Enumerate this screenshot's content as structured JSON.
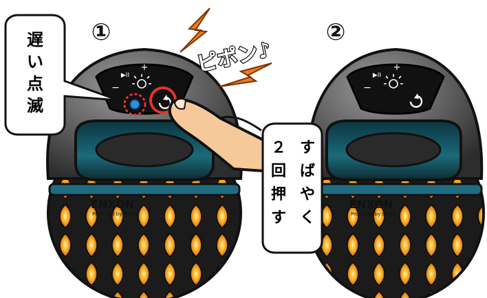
{
  "steps": {
    "step1": "①",
    "step2": "②"
  },
  "callout_left": [
    "遅",
    "い",
    "点",
    "滅"
  ],
  "sound": {
    "text": "ピポン♪"
  },
  "callout_right": {
    "col1": [
      "す",
      "ば",
      "や",
      "く"
    ],
    "col2": [
      "２",
      "回",
      "押",
      "す"
    ]
  },
  "brand": {
    "logo": "ENXON",
    "sub": "Produced by BOOS"
  },
  "controls": {
    "plus": "+",
    "minus": "−",
    "play": "▶II",
    "circle": "○"
  },
  "colors": {
    "accent_red": "#e5322d",
    "lightning": "#f07a1a",
    "blue_led": "#2f8fe0",
    "teal": "#1f6c80",
    "flame": "#f6a21a"
  }
}
